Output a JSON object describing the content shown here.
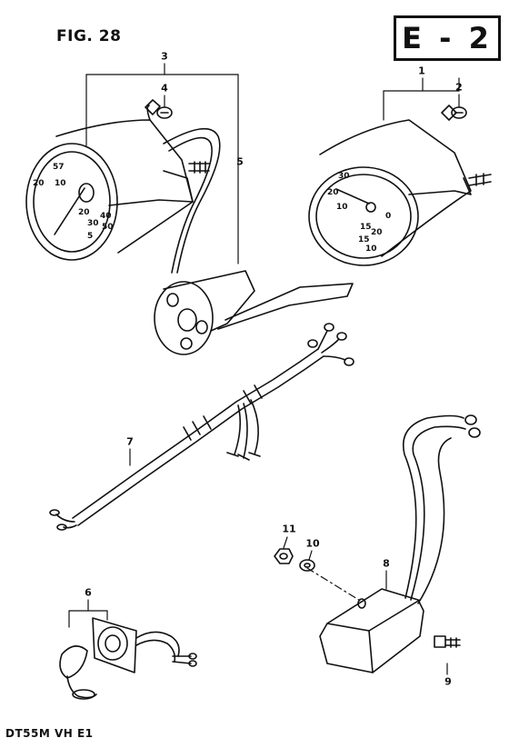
{
  "figure": {
    "title": "FIG. 28",
    "section_code": "E - 2",
    "footer_code": "DT55M VH E1"
  },
  "callouts": {
    "c1": "1",
    "c2": "2",
    "c3": "3",
    "c4": "4",
    "c5": "5",
    "c6": "6",
    "c7": "7",
    "c8": "8",
    "c9": "9",
    "c10": "10",
    "c11": "11"
  },
  "gauges": {
    "left_dial": [
      "57",
      "20",
      "10",
      "20",
      "30",
      "40",
      "50",
      "5"
    ],
    "right_dial": [
      "30",
      "20",
      "10",
      "0",
      "15",
      "20",
      "15",
      "10"
    ]
  }
}
